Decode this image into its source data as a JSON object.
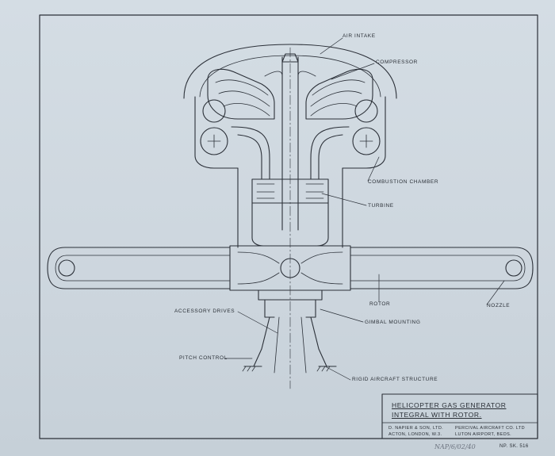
{
  "labels": {
    "air_intake": "AIR INTAKE",
    "compressor": "COMPRESSOR",
    "combustion_chamber": "COMBUSTION CHAMBER",
    "turbine": "TURBINE",
    "rotor": "ROTOR",
    "nozzle": "NOZZLE",
    "accessory_drives": "ACCESSORY DRIVES",
    "gimbal_mounting": "GIMBAL MOUNTING",
    "pitch_control": "PITCH CONTROL",
    "rigid_aircraft_structure": "RIGID AIRCRAFT STRUCTURE"
  },
  "title_block": {
    "title_line1": "HELICOPTER GAS GENERATOR",
    "title_line2": "INTEGRAL WITH ROTOR.",
    "company1_line1": "D. NAPIER & SON, LTD.",
    "company1_line2": "ACTON, LONDON, W.3.",
    "company2_line1": "PERCIVAL AIRCRAFT CO. LTD",
    "company2_line2": "LUTON AIRPORT, BEDS.",
    "drawing_number": "NP. SK. 516",
    "handwritten_ref": "NAP/6/02/40"
  },
  "colors": {
    "paper": "#cdd6de",
    "ink": "#2a2f36"
  }
}
